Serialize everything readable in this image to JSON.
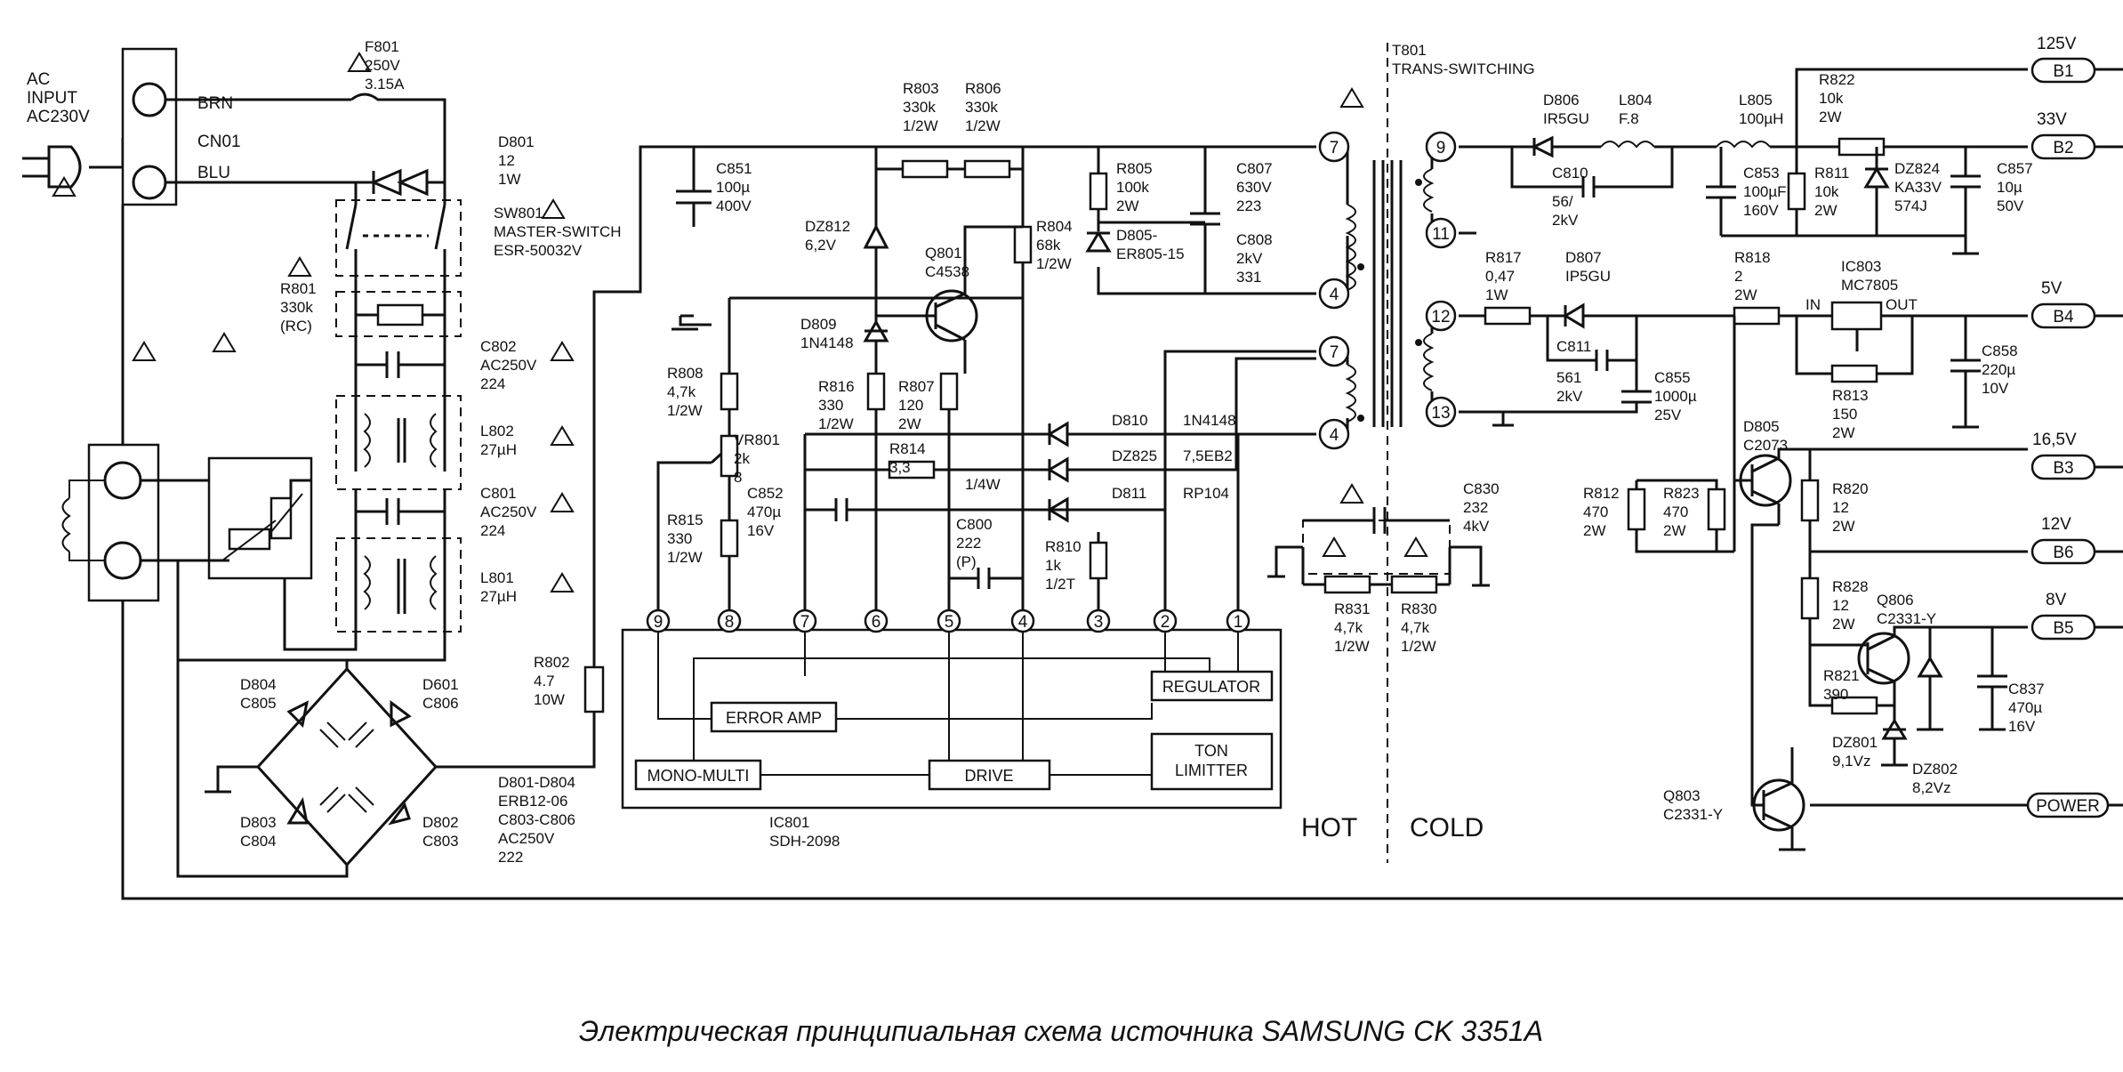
{
  "diagram": {
    "caption": "Электрическая принципиальная схема источника SAMSUNG CK 3351A",
    "sides": {
      "hot": "HOT",
      "cold": "COLD"
    },
    "input": {
      "ac_line1": "AC",
      "ac_line2": "INPUT",
      "ac_line3": "AC230V",
      "connector": "CN01",
      "brn": "BRN",
      "blu": "BLU"
    },
    "labels": [
      {
        "id": "f801",
        "lines": [
          "F801",
          "250V",
          "3.15A"
        ]
      },
      {
        "id": "d801",
        "lines": [
          "D801",
          "12",
          "1W"
        ]
      },
      {
        "id": "sw801",
        "lines": [
          "SW801",
          "MASTER-SWITCH",
          "ESR-50032V"
        ]
      },
      {
        "id": "r801",
        "lines": [
          "R801",
          "330k",
          "(RC)"
        ]
      },
      {
        "id": "c802",
        "lines": [
          "C802",
          "AC250V",
          "224"
        ]
      },
      {
        "id": "l802",
        "lines": [
          "L802",
          "27µH"
        ]
      },
      {
        "id": "c801",
        "lines": [
          "C801",
          "AC250V",
          "224"
        ]
      },
      {
        "id": "l801",
        "lines": [
          "L801",
          "27µH"
        ]
      },
      {
        "id": "r802",
        "lines": [
          "R802",
          "4.7",
          "10W"
        ]
      },
      {
        "id": "d804",
        "lines": [
          "D804",
          "C805"
        ]
      },
      {
        "id": "d601",
        "lines": [
          "D601",
          "C806"
        ]
      },
      {
        "id": "d803",
        "lines": [
          "D803",
          "C804"
        ]
      },
      {
        "id": "d802",
        "lines": [
          "D802",
          "C803"
        ]
      },
      {
        "id": "bridge",
        "lines": [
          "D801-D804",
          "ERB12-06",
          "C803-C806",
          "AC250V",
          "222"
        ]
      },
      {
        "id": "c851",
        "lines": [
          "C851",
          "100µ",
          "400V"
        ]
      },
      {
        "id": "r803",
        "lines": [
          "R803",
          "330k",
          "1/2W"
        ]
      },
      {
        "id": "r806",
        "lines": [
          "R806",
          "330k",
          "1/2W"
        ]
      },
      {
        "id": "dz812",
        "lines": [
          "DZ812",
          "6,2V"
        ]
      },
      {
        "id": "q801",
        "lines": [
          "Q801",
          "C4538"
        ]
      },
      {
        "id": "r804",
        "lines": [
          "R804",
          "68k",
          "1/2W"
        ]
      },
      {
        "id": "r805",
        "lines": [
          "R805",
          "100k",
          "2W"
        ]
      },
      {
        "id": "d805",
        "lines": [
          "D805-",
          "ER805-15"
        ]
      },
      {
        "id": "c807",
        "lines": [
          "C807",
          "630V",
          "223"
        ]
      },
      {
        "id": "c808",
        "lines": [
          "C808",
          "2kV",
          "331"
        ]
      },
      {
        "id": "d809",
        "lines": [
          "D809",
          "1N4148"
        ]
      },
      {
        "id": "r808",
        "lines": [
          "R808",
          "4,7k",
          "1/2W"
        ]
      },
      {
        "id": "r816",
        "lines": [
          "R816",
          "330",
          "1/2W"
        ]
      },
      {
        "id": "r807",
        "lines": [
          "R807",
          "120",
          "2W"
        ]
      },
      {
        "id": "vr801",
        "lines": [
          "VR801",
          "2k",
          "8"
        ]
      },
      {
        "id": "r814",
        "lines": [
          "R814",
          "3,3"
        ]
      },
      {
        "id": "r814w",
        "lines": [
          "1/4W"
        ]
      },
      {
        "id": "d810",
        "lines": [
          "D810"
        ]
      },
      {
        "id": "d810v",
        "lines": [
          "1N4148"
        ]
      },
      {
        "id": "dz825",
        "lines": [
          "DZ825"
        ]
      },
      {
        "id": "dz825v",
        "lines": [
          "7,5EB2"
        ]
      },
      {
        "id": "d811",
        "lines": [
          "D811"
        ]
      },
      {
        "id": "d811v",
        "lines": [
          "RP104"
        ]
      },
      {
        "id": "r815",
        "lines": [
          "R815",
          "330",
          "1/2W"
        ]
      },
      {
        "id": "c852",
        "lines": [
          "C852",
          "470µ",
          "16V"
        ]
      },
      {
        "id": "c800",
        "lines": [
          "C800",
          "222",
          "(P)"
        ]
      },
      {
        "id": "r810",
        "lines": [
          "R810",
          "1k",
          "1/2T"
        ]
      },
      {
        "id": "ic801",
        "lines": [
          "IC801",
          "SDH-2098"
        ]
      },
      {
        "id": "t801",
        "lines": [
          "T801",
          "TRANS-SWITCHING"
        ]
      },
      {
        "id": "c830",
        "lines": [
          "C830",
          "232",
          "4kV"
        ]
      },
      {
        "id": "r831",
        "lines": [
          "R831",
          "4,7k",
          "1/2W"
        ]
      },
      {
        "id": "r830",
        "lines": [
          "R830",
          "4,7k",
          "1/2W"
        ]
      },
      {
        "id": "d806",
        "lines": [
          "D806",
          "IR5GU"
        ]
      },
      {
        "id": "l804",
        "lines": [
          "L804",
          "F.8"
        ]
      },
      {
        "id": "c810",
        "lines": [
          "C810"
        ]
      },
      {
        "id": "c810v",
        "lines": [
          "56/",
          "2kV"
        ]
      },
      {
        "id": "l805",
        "lines": [
          "L805",
          "100µH"
        ]
      },
      {
        "id": "c853",
        "lines": [
          "C853",
          "100µF",
          "160V"
        ]
      },
      {
        "id": "r822",
        "lines": [
          "R822",
          "10k",
          "2W"
        ]
      },
      {
        "id": "r811",
        "lines": [
          "R811",
          "10k",
          "2W"
        ]
      },
      {
        "id": "dz824",
        "lines": [
          "DZ824",
          "KA33V",
          "574J"
        ]
      },
      {
        "id": "c857",
        "lines": [
          "C857",
          "10µ",
          "50V"
        ]
      },
      {
        "id": "r817",
        "lines": [
          "R817",
          "0,47",
          "1W"
        ]
      },
      {
        "id": "d807",
        "lines": [
          "D807",
          "IP5GU"
        ]
      },
      {
        "id": "r818",
        "lines": [
          "R818",
          "2",
          "2W"
        ]
      },
      {
        "id": "ic803",
        "lines": [
          "IC803",
          "MC7805"
        ]
      },
      {
        "id": "ic803in",
        "lines": [
          "IN"
        ]
      },
      {
        "id": "ic803out",
        "lines": [
          "OUT"
        ]
      },
      {
        "id": "c811",
        "lines": [
          "C811"
        ]
      },
      {
        "id": "c811v",
        "lines": [
          "561",
          "2kV"
        ]
      },
      {
        "id": "c855",
        "lines": [
          "C855",
          "1000µ",
          "25V"
        ]
      },
      {
        "id": "r813",
        "lines": [
          "R813",
          "150",
          "2W"
        ]
      },
      {
        "id": "c858",
        "lines": [
          "C858",
          "220µ",
          "10V"
        ]
      },
      {
        "id": "d805b",
        "lines": [
          "D805",
          "C2073"
        ]
      },
      {
        "id": "r812",
        "lines": [
          "R812",
          "470",
          "2W"
        ]
      },
      {
        "id": "r823",
        "lines": [
          "R823",
          "470",
          "2W"
        ]
      },
      {
        "id": "r820",
        "lines": [
          "R820",
          "12",
          "2W"
        ]
      },
      {
        "id": "r828",
        "lines": [
          "R828",
          "12",
          "2W"
        ]
      },
      {
        "id": "q806",
        "lines": [
          "Q806",
          "C2331-Y"
        ]
      },
      {
        "id": "r821",
        "lines": [
          "R821",
          "390"
        ]
      },
      {
        "id": "dz801",
        "lines": [
          "DZ801",
          "9,1Vz"
        ]
      },
      {
        "id": "dz802",
        "lines": [
          "DZ802",
          "8,2Vz"
        ]
      },
      {
        "id": "c837",
        "lines": [
          "C837",
          "470µ",
          "16V"
        ]
      },
      {
        "id": "q803",
        "lines": [
          "Q803",
          "C2331-Y"
        ]
      }
    ],
    "ic801_pins": [
      "9",
      "8",
      "7",
      "6",
      "5",
      "4",
      "3",
      "2",
      "1"
    ],
    "ic801_blocks": {
      "error_amp": "ERROR AMP",
      "regulator": "REGULATOR",
      "mono_multi": "MONO-MULTI",
      "drive": "DRIVE",
      "ton_line1": "TON",
      "ton_line2": "LIMITTER"
    },
    "transformer_pins": [
      "7",
      "4",
      "7",
      "4",
      "9",
      "11",
      "12",
      "13"
    ],
    "outputs": [
      {
        "voltage": "125V",
        "tag": "B1"
      },
      {
        "voltage": "33V",
        "tag": "B2"
      },
      {
        "voltage": "5V",
        "tag": "B4"
      },
      {
        "voltage": "16,5V",
        "tag": "B3"
      },
      {
        "voltage": "12V",
        "tag": "B6"
      },
      {
        "voltage": "8V",
        "tag": "B5"
      },
      {
        "voltage": "",
        "tag": "POWER"
      }
    ]
  }
}
